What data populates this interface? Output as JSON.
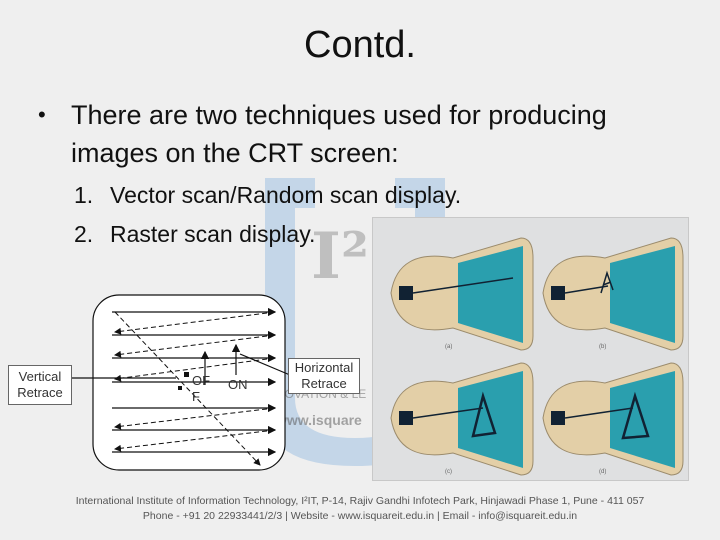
{
  "slide": {
    "title": "Contd.",
    "bullet": "There are two techniques used for producing images on the CRT screen:",
    "list": [
      {
        "num": "1.",
        "text": "Vector scan/Random scan display."
      },
      {
        "num": "2.",
        "text": "Raster scan display."
      }
    ]
  },
  "diagram": {
    "vertical_retrace": "Vertical Retrace",
    "off": "OF F",
    "on": "ON",
    "horizontal_retrace": "Horizontal Retrace"
  },
  "photo": {
    "captions": [
      "(a)",
      "(b)",
      "(c)",
      "(d)"
    ],
    "colors": {
      "screen": "#2a9fae",
      "tube": "#e3cfa7"
    }
  },
  "watermark": {
    "text1": "NOVATION & LE",
    "text2": "www.isquare"
  },
  "footer": {
    "line1": "International Institute of Information Technology, I²IT, P-14, Rajiv Gandhi Infotech Park, Hinjawadi Phase 1, Pune - 411 057",
    "line2": "Phone - +91 20 22933441/2/3 | Website - www.isquareit.edu.in | Email - info@isquareit.edu.in"
  }
}
